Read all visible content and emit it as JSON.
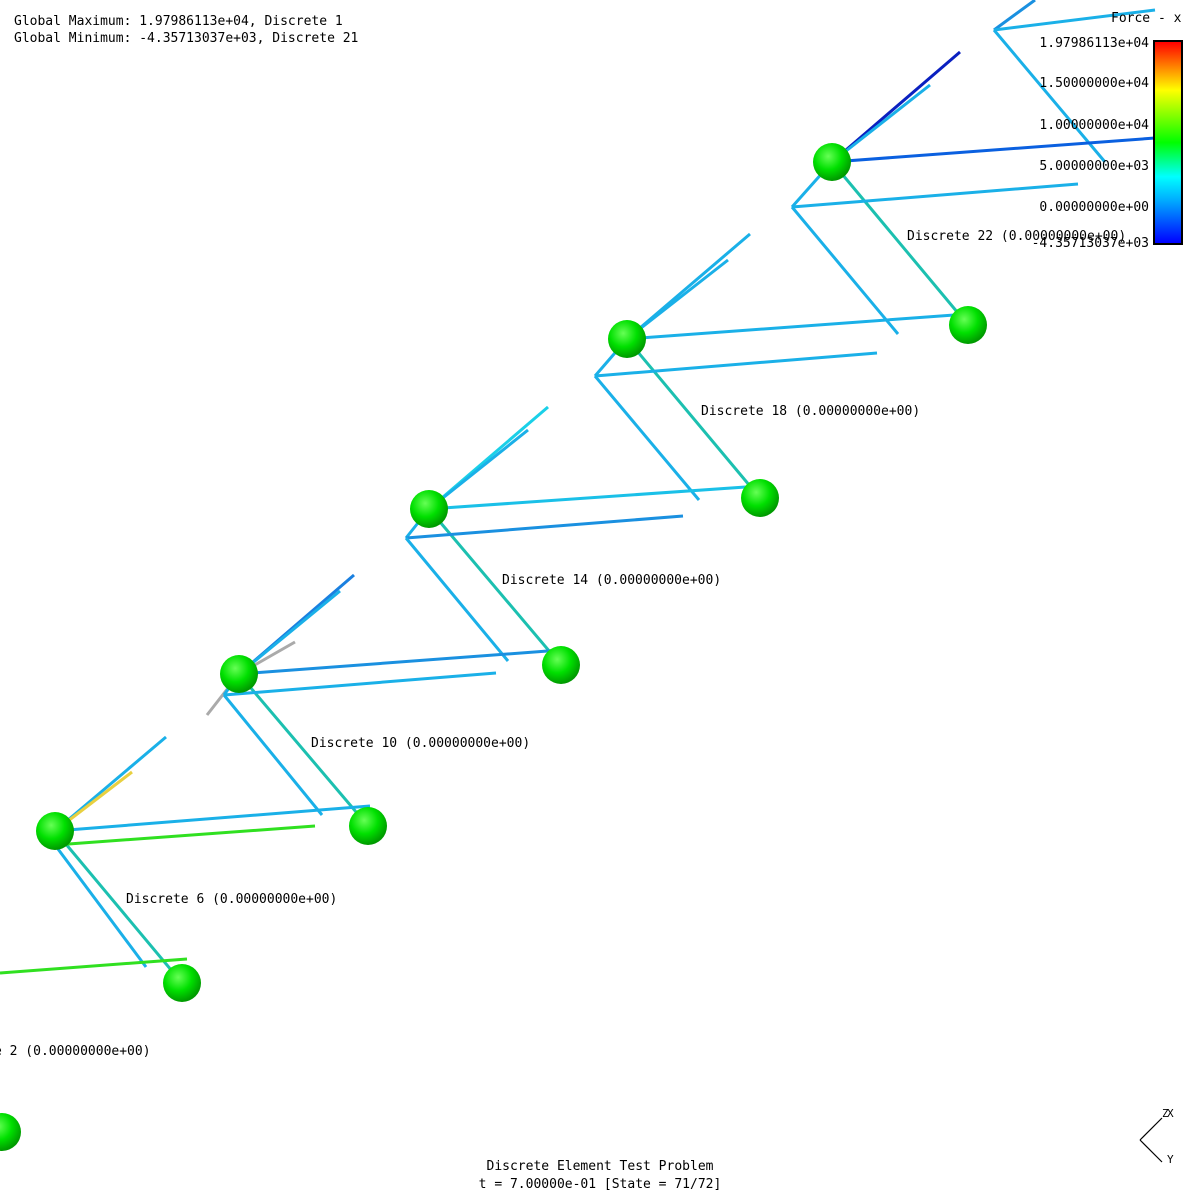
{
  "header": {
    "global_max": "Global Maximum: 1.97986113e+04, Discrete 1",
    "global_min": "Global Minimum: -4.35713037e+03, Discrete 21"
  },
  "legend": {
    "title": "Force - x",
    "ticks": [
      "1.97986113e+04",
      "1.50000000e+04",
      "1.00000000e+04",
      "5.00000000e+03",
      "0.00000000e+00",
      "-4.35713037e+03"
    ],
    "max_value": 19798.6113,
    "min_value": -4357.13037,
    "colors": [
      "#ff0000",
      "#ffff00",
      "#00ff00",
      "#00ffff",
      "#00aaff",
      "#0000ff"
    ]
  },
  "labels": [
    "e 2 (0.00000000e+00)",
    "Discrete 6 (0.00000000e+00)",
    "Discrete 10 (0.00000000e+00)",
    "Discrete 14 (0.00000000e+00)",
    "Discrete 18 (0.00000000e+00)",
    "Discrete 22 (0.00000000e+00)"
  ],
  "footer": {
    "title": "Discrete Element Test Problem",
    "time": "t = 7.00000e-01 [State = 71/72]"
  },
  "triad": {
    "x": "X",
    "y": "Y",
    "z": "Z"
  },
  "colors": {
    "node": "#00ee00",
    "element_blue": "#1ab0e8",
    "element_teal": "#1cc0b0",
    "element_deep": "#0a60e0",
    "element_green": "#30e020",
    "element_yellow": "#e8d040",
    "element_gray": "#aaaaaa"
  }
}
